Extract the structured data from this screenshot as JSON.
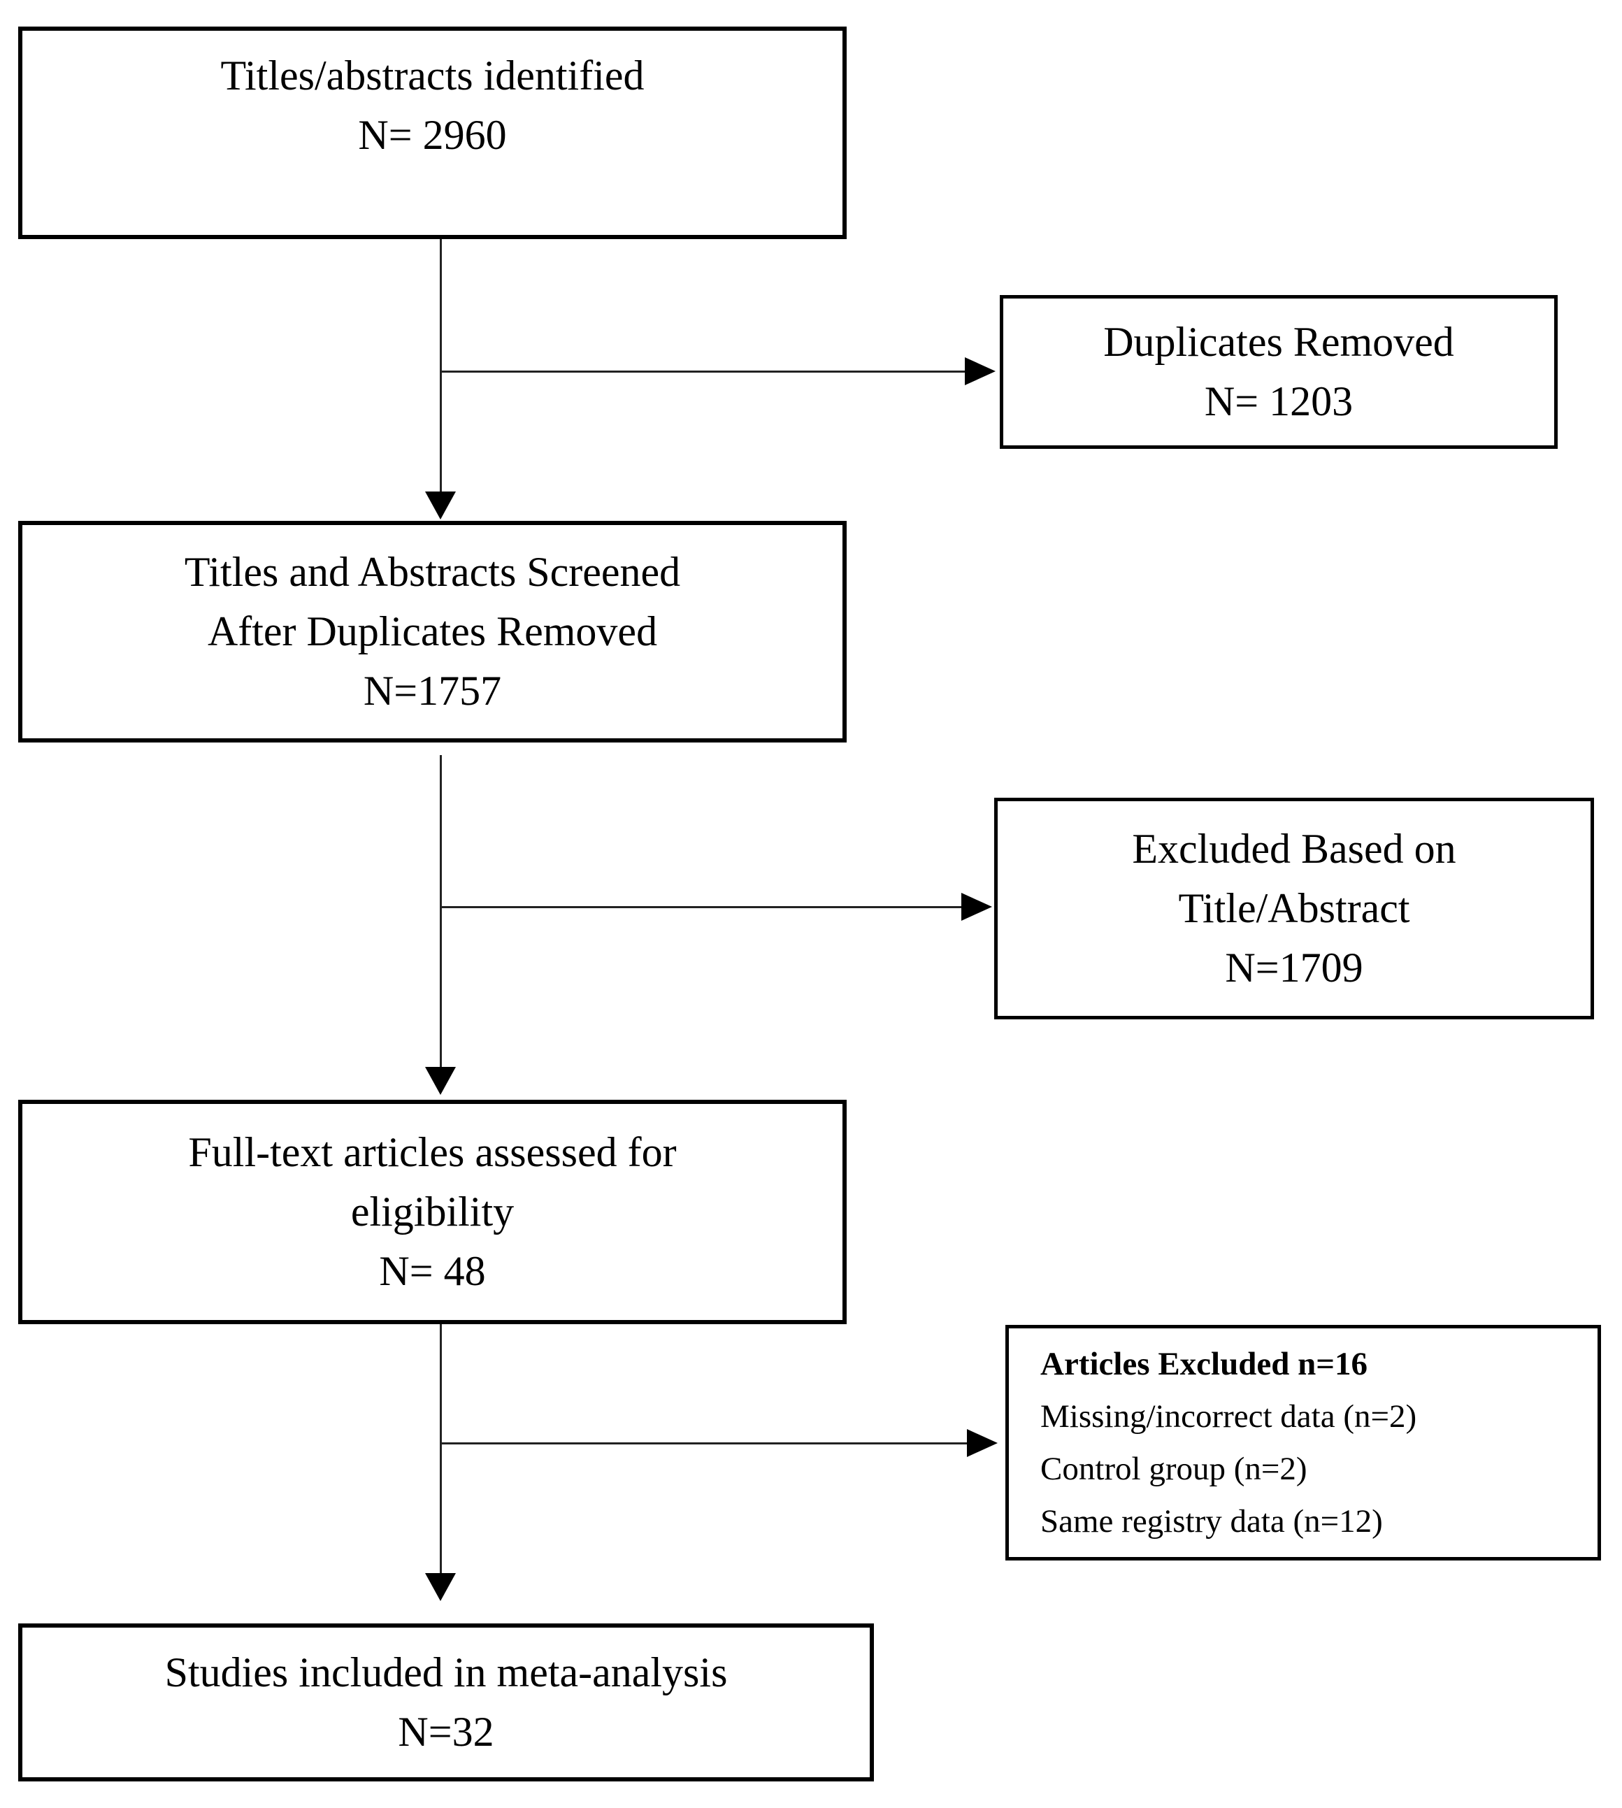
{
  "boxes": {
    "identified": {
      "line1": "Titles/abstracts identified",
      "line2": "N= 2960"
    },
    "duplicates_removed": {
      "line1": "Duplicates Removed",
      "line2": "N= 1203"
    },
    "screened": {
      "line1": "Titles and Abstracts Screened",
      "line2": "After Duplicates Removed",
      "line3": "N=1757"
    },
    "excluded_title_abstract": {
      "line1": "Excluded Based on",
      "line2": "Title/Abstract",
      "line3": "N=1709"
    },
    "fulltext_assessed": {
      "line1": "Full-text articles assessed for",
      "line2": "eligibility",
      "line3": "N= 48"
    },
    "articles_excluded": {
      "heading": "Articles Excluded n=16",
      "reason1": "Missing/incorrect data (n=2)",
      "reason2": "Control group (n=2)",
      "reason3": "Same registry data (n=12)"
    },
    "included_meta_analysis": {
      "line1": "Studies included in meta-analysis",
      "line2": "N=32"
    }
  },
  "flow": {
    "edges": [
      {
        "from": "identified",
        "to": "screened"
      },
      {
        "from": "identified",
        "to": "duplicates_removed"
      },
      {
        "from": "screened",
        "to": "fulltext_assessed"
      },
      {
        "from": "screened",
        "to": "excluded_title_abstract"
      },
      {
        "from": "fulltext_assessed",
        "to": "included_meta_analysis"
      },
      {
        "from": "fulltext_assessed",
        "to": "articles_excluded"
      }
    ]
  },
  "colors": {
    "border": "#000000",
    "connector": "#222222",
    "background": "#ffffff",
    "text": "#000000"
  }
}
